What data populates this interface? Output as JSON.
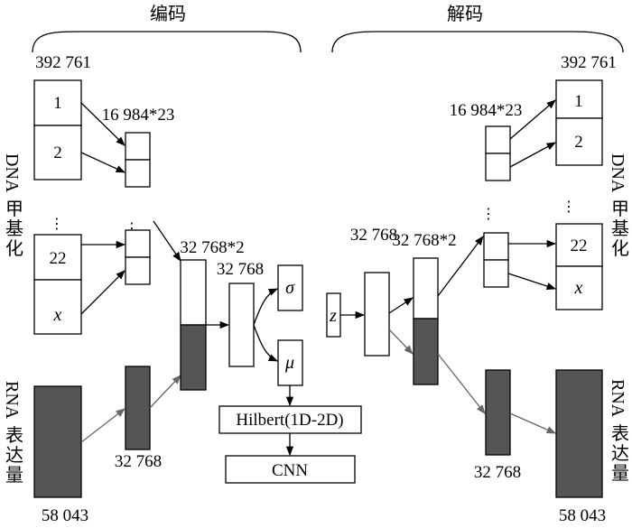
{
  "headers": {
    "encode": "编码",
    "decode": "解码"
  },
  "left": {
    "dna_size": "392 761",
    "chunk_labels": [
      "1",
      "2",
      "22",
      "x"
    ],
    "chunk_size": "16 984*23",
    "rna_size": "58 043",
    "rna_hidden_size": "32 768",
    "concat_size": "32 768*2",
    "latent_size": "32 768"
  },
  "middle": {
    "sigma": "σ",
    "mu": "μ",
    "hilbert": "Hilbert(1D-2D)",
    "cnn": "CNN"
  },
  "right": {
    "z": "z",
    "latent_size": "32 768",
    "concat_size": "32 768*2",
    "chunk_size": "16 984*23",
    "dna_size": "392 761",
    "chunk_labels": [
      "1",
      "2",
      "22",
      "x"
    ],
    "rna_hidden_size": "32 768",
    "rna_size": "58 043"
  },
  "side_labels": {
    "dna_meth": [
      "DNA",
      "甲",
      "基",
      "化"
    ],
    "rna_expr": [
      "RNA",
      "表",
      "达",
      "量"
    ]
  },
  "dots": "⋮"
}
